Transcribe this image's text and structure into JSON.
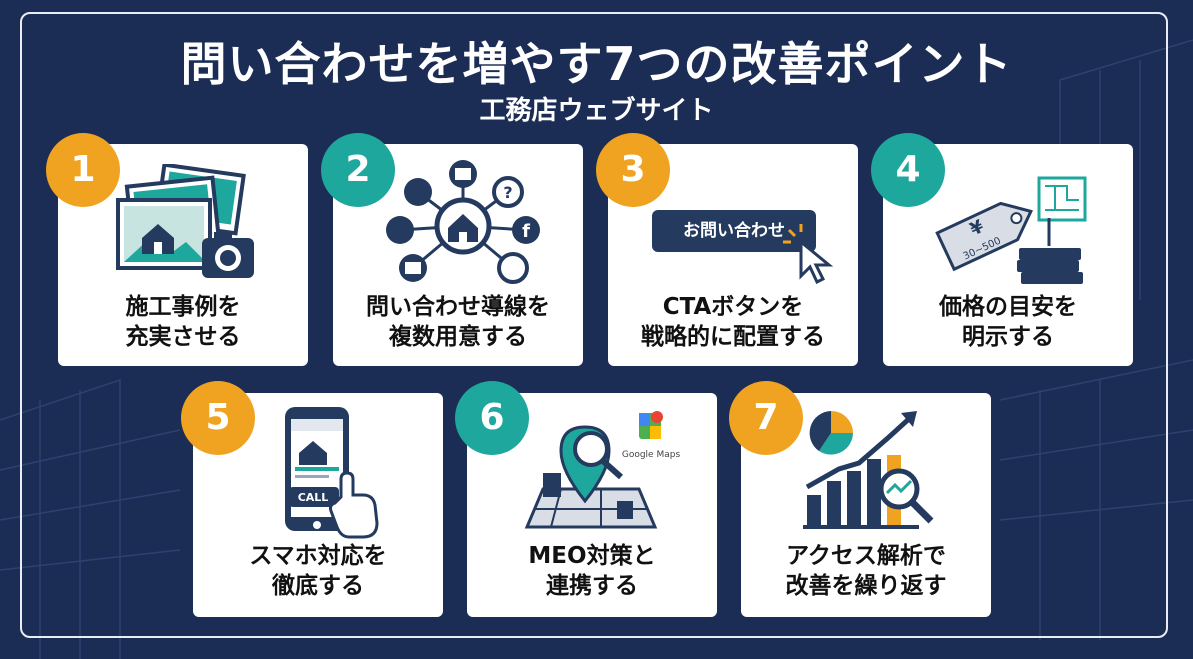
{
  "header": {
    "title": "問い合わせを増やす7つの改善ポイント",
    "subtitle": "工務店ウェブサイト"
  },
  "colors": {
    "background": "#1b2d55",
    "orange": "#f0a320",
    "teal": "#1ea79c",
    "navy": "#243a5e"
  },
  "cards": [
    {
      "number": "1",
      "line1": "施工事例を",
      "line2": "充実させる",
      "icon": "photo-gallery-icon"
    },
    {
      "number": "2",
      "line1": "問い合わせ導線を",
      "line2": "複数用意する",
      "icon": "contact-network-icon"
    },
    {
      "number": "3",
      "line1": "CTAボタンを",
      "line2": "戦略的に配置する",
      "icon": "cta-button-icon",
      "button_label": "お問い合わせ"
    },
    {
      "number": "4",
      "line1": "価格の目安を",
      "line2": "明示する",
      "icon": "price-tag-icon",
      "tag_text": "30~500"
    },
    {
      "number": "5",
      "line1": "スマホ対応を",
      "line2": "徹底する",
      "icon": "smartphone-icon",
      "call_label": "CALL"
    },
    {
      "number": "6",
      "line1": "MEO対策と",
      "line2": "連携する",
      "icon": "map-pin-icon",
      "maps_label": "Google Maps"
    },
    {
      "number": "7",
      "line1": "アクセス解析で",
      "line2": "改善を繰り返す",
      "icon": "analytics-chart-icon"
    }
  ]
}
